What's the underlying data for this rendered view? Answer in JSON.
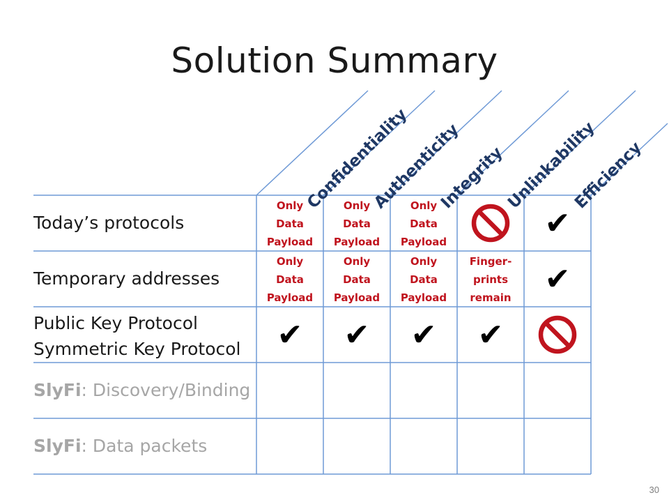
{
  "title": "Solution Summary",
  "columns": [
    "Confidentiality",
    "Authenticity",
    "Integrity",
    "Unlinkability",
    "Efficiency"
  ],
  "rows": [
    {
      "label": "Today’s protocols",
      "cells": [
        "Only Data Payload",
        "Only Data Payload",
        "Only Data Payload",
        "no-icon",
        "check"
      ]
    },
    {
      "label": "Temporary addresses",
      "cells": [
        "Only Data Payload",
        "Only Data Payload",
        "Only Data Payload",
        "Finger-prints remain",
        "check"
      ]
    },
    {
      "label_line1": "Public Key Protocol",
      "label_line2": "Symmetric Key Protocol",
      "cells": [
        "check",
        "check",
        "check",
        "check",
        "no-icon"
      ]
    },
    {
      "label_bold": "SlyFi",
      "label_rest": ": Discovery/Binding",
      "cells": [
        "",
        "",
        "",
        "",
        ""
      ]
    },
    {
      "label_bold": "SlyFi",
      "label_rest": ": Data packets",
      "cells": [
        "",
        "",
        "",
        "",
        ""
      ]
    }
  ],
  "text": {
    "only": "Only",
    "data": "Data",
    "payload": "Payload",
    "finger": "Finger-",
    "prints": "prints",
    "remain": "remain",
    "check": "✔"
  },
  "page_number": "30",
  "colors": {
    "line": "#6f9ad6",
    "header": "#1f3864",
    "accent": "#c0141e"
  }
}
